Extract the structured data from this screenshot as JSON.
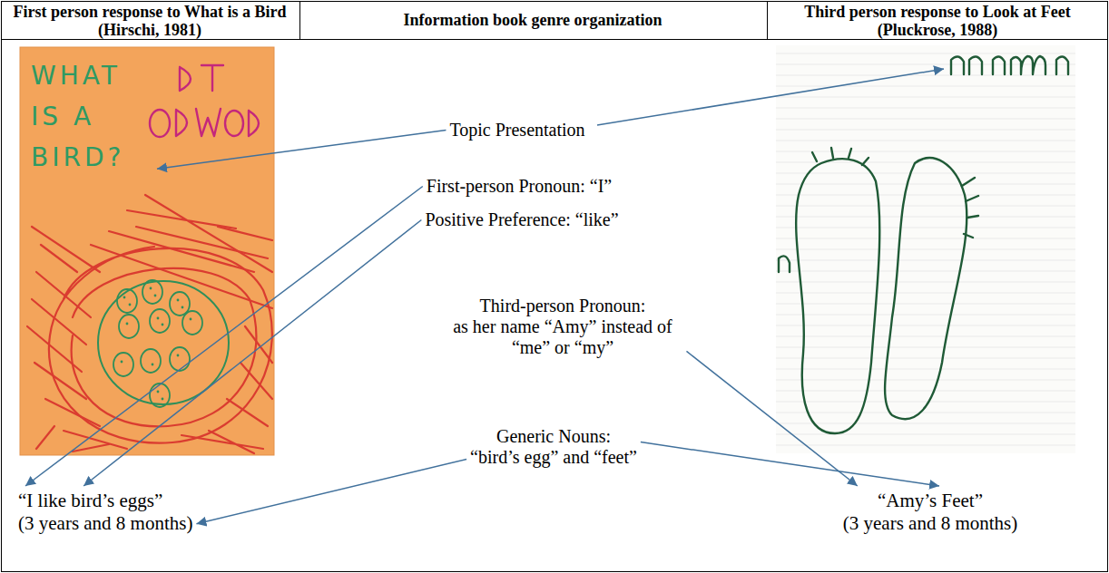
{
  "diagram": {
    "nodes": [
      {
        "text": [
          "WHAT IS A BIRD?"
        ]
      },
      {
        "text": [
          "Topic Presentation"
        ]
      },
      {
        "text": [
          "First-person Pronoun: “I”"
        ]
      },
      {
        "text": [
          "Positive Preference: “like”"
        ]
      },
      {
        "text": [
          "Third-person Pronoun:",
          "as her name “Amy” instead of “me” or “my”"
        ]
      },
      {
        "text": [
          "Generic Nouns:",
          "“bird’s egg” and “feet”"
        ]
      },
      {
        "text": [
          "“I like bird’s eggs”",
          "(3 years and 8 months)"
        ]
      },
      {
        "text": [
          "“Amy’s Feet”",
          "(3 years and 8 months)"
        ]
      }
    ],
    "edges": [
      {
        "from": 1,
        "to": 0,
        "arrow": "to"
      },
      {
        "from": 2,
        "to": 6,
        "arrow": "to"
      },
      {
        "from": 3,
        "to": 6,
        "arrow": "to"
      },
      {
        "from": 4,
        "to": 7,
        "arrow": "to"
      },
      {
        "from": 5,
        "to": 6,
        "arrow": "to"
      },
      {
        "from": 5,
        "to": 7,
        "arrow": "to"
      }
    ],
    "labels": [
      "First person response to What is a Bird (Hirschi, 1981)",
      "Information book genre organization",
      "Third person response to Look at Feet (Pluckrose, 1988)"
    ]
  }
}
